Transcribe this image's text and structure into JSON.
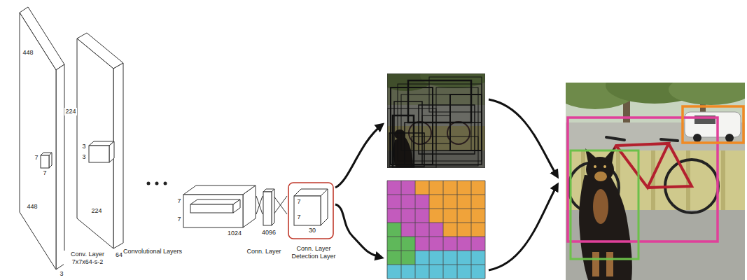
{
  "diagram": {
    "labels": [
      "448",
      "7",
      "7",
      "448",
      "3",
      "224",
      "3",
      "3",
      "224",
      "64",
      "Conv. Layer 7x7x64-s-2",
      "Convolutional Layers",
      "7",
      "7",
      "1024",
      "4096",
      "7",
      "7",
      "30",
      "Conn. Layer",
      "Conn. Layer Detection Layer"
    ]
  }
}
